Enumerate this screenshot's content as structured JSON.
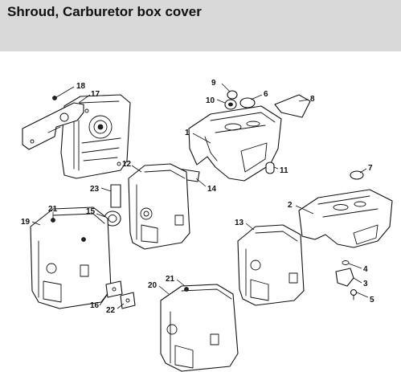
{
  "header": {
    "title": "Shroud, Carburetor box cover"
  },
  "callouts": [
    {
      "id": "1",
      "label": "1"
    },
    {
      "id": "2",
      "label": "2"
    },
    {
      "id": "3",
      "label": "3"
    },
    {
      "id": "4",
      "label": "4"
    },
    {
      "id": "5",
      "label": "5"
    },
    {
      "id": "6",
      "label": "6"
    },
    {
      "id": "7",
      "label": "7"
    },
    {
      "id": "8",
      "label": "8"
    },
    {
      "id": "9",
      "label": "9"
    },
    {
      "id": "10",
      "label": "10"
    },
    {
      "id": "11",
      "label": "11"
    },
    {
      "id": "12",
      "label": "12"
    },
    {
      "id": "13",
      "label": "13"
    },
    {
      "id": "14",
      "label": "14"
    },
    {
      "id": "15",
      "label": "15"
    },
    {
      "id": "16",
      "label": "16"
    },
    {
      "id": "17",
      "label": "17"
    },
    {
      "id": "18",
      "label": "18"
    },
    {
      "id": "19",
      "label": "19"
    },
    {
      "id": "20",
      "label": "20"
    },
    {
      "id": "21a",
      "label": "21"
    },
    {
      "id": "21b",
      "label": "21"
    },
    {
      "id": "22",
      "label": "22"
    },
    {
      "id": "23",
      "label": "23"
    }
  ]
}
